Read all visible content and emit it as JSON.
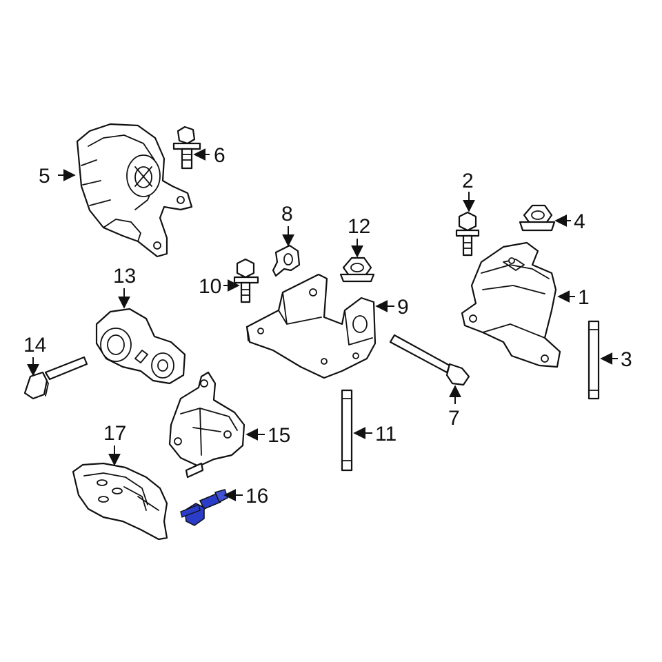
{
  "diagram": {
    "highlight_color": "#2b3cc8",
    "highlighted_part": "16",
    "callouts": {
      "c1": "1",
      "c2": "2",
      "c3": "3",
      "c4": "4",
      "c5": "5",
      "c6": "6",
      "c7": "7",
      "c8": "8",
      "c9": "9",
      "c10": "10",
      "c11": "11",
      "c12": "12",
      "c13": "13",
      "c14": "14",
      "c15": "15",
      "c16": "16",
      "c17": "17"
    }
  }
}
